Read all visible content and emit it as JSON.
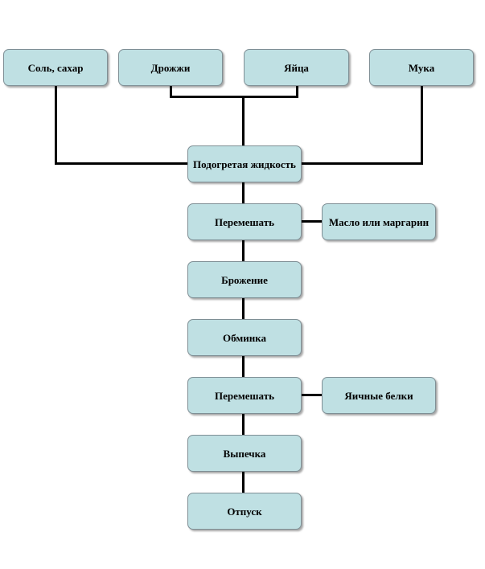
{
  "colors": {
    "box_fill": "#bfe0e3",
    "box_border": "#7f8f95",
    "connector": "#000000"
  },
  "inputs": {
    "salt_sugar": "Соль, сахар",
    "yeast": "Дрожжи",
    "eggs": "Яйца",
    "flour": "Мука"
  },
  "steps": {
    "warmed_liquid": "Подогретая жидкость",
    "mix_1": "Перемешать",
    "fermentation": "Брожение",
    "punch_down": "Обминка",
    "mix_2": "Перемешать",
    "baking": "Выпечка",
    "release": "Отпуск"
  },
  "additions": {
    "butter_margarine": "Масло или маргарин",
    "egg_whites": "Яичные белки"
  }
}
